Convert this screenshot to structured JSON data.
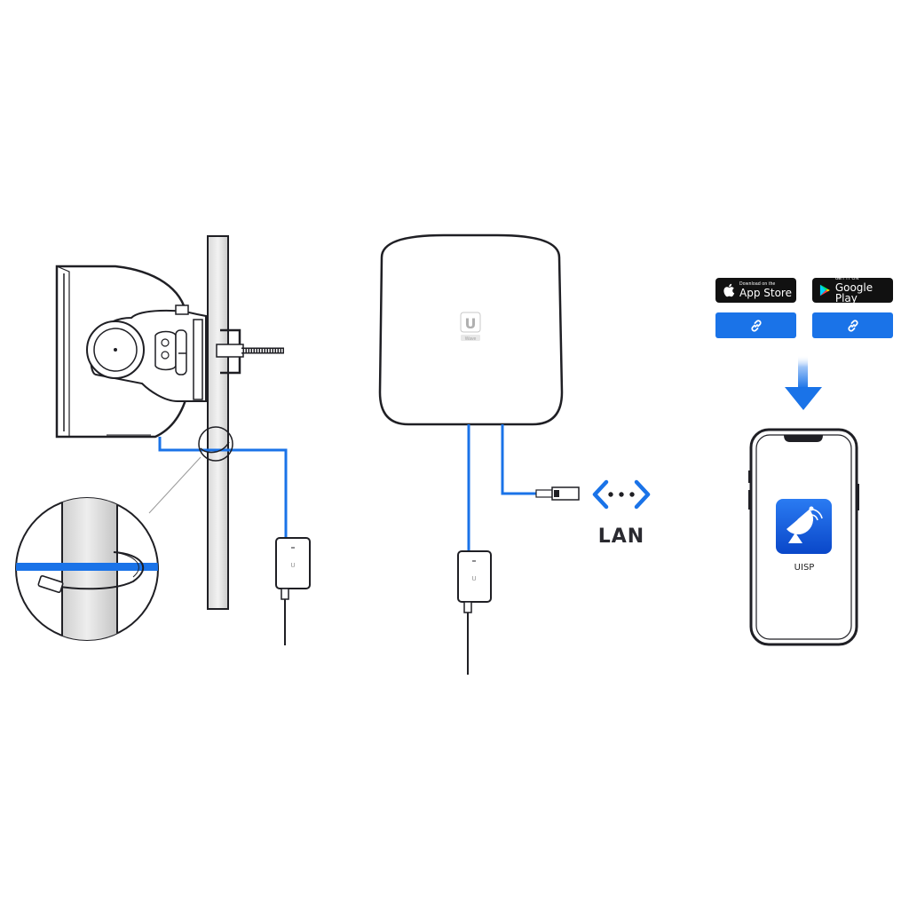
{
  "badges": {
    "app_store": {
      "small": "Download on the",
      "big": "App Store",
      "icon": "apple-icon"
    },
    "google_play": {
      "small": "GET IT ON",
      "big": "Google Play",
      "icon": "play-icon"
    }
  },
  "links": {
    "icon": "link-icon"
  },
  "lan": {
    "label": "LAN",
    "icon": "network-arrows-icon"
  },
  "phone": {
    "app_name": "UISP",
    "app_icon": "satellite-dish-icon"
  },
  "device": {
    "logo": "U",
    "logo_caption": "Wave"
  },
  "colors": {
    "cable": "#1a73e8",
    "button": "#1a73e8",
    "outline": "#1f1f24",
    "app_gradient_top": "#1e6ff0",
    "app_gradient_bottom": "#0a4bd0"
  }
}
